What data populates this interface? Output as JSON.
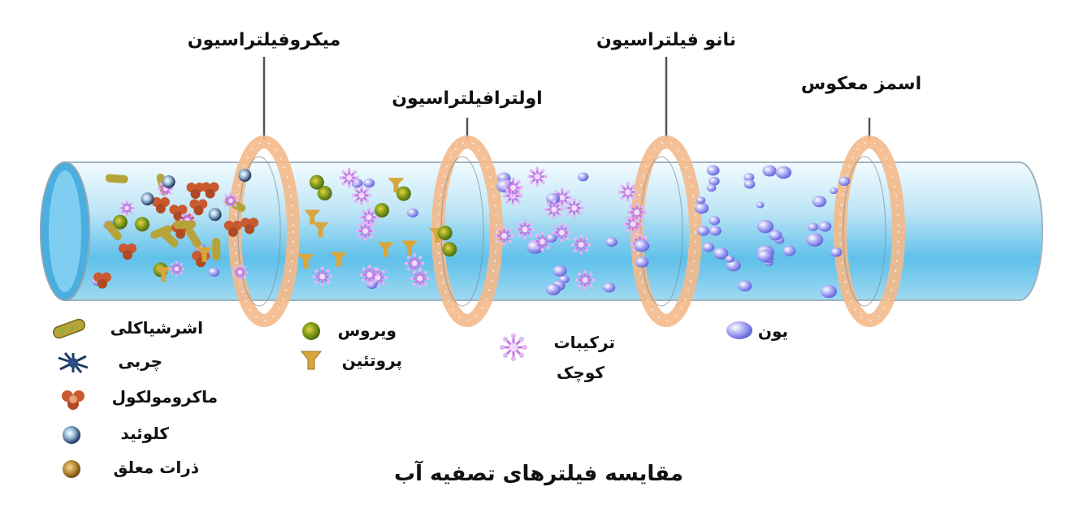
{
  "membranes": [
    {
      "label": "میکروفیلتراسیون"
    },
    {
      "label": "اولترافیلتراسیون"
    },
    {
      "label": "نانو فیلتراسیون"
    },
    {
      "label": "اسمز معکوس"
    }
  ],
  "legend": {
    "group1": [
      "اشرشیاکلی",
      "چربی",
      "ماکرومولکول",
      "کلوئید",
      "ذرات معلق"
    ],
    "group2": [
      "ویروس",
      "پروتئین"
    ],
    "group3": [
      "ترکیبات",
      "کوچک"
    ],
    "group4": [
      "یون"
    ]
  },
  "caption": "مقایسه فیلترهای تصفیه آب",
  "colors": {
    "membrane_ring": "#f4b98a",
    "pipe_top": "#dff3fb",
    "pipe_mid": "#6cc8ec",
    "ion": "#7b7de8",
    "small_compound": "#c77be6",
    "virus": "#6b8a1f",
    "protein": "#d7a43a",
    "macromolecule": "#c0522e",
    "colloid": "#2d3e6b"
  },
  "icons": [
    "bacteria-icon",
    "fat-icon",
    "macromolecule-icon",
    "colloid-icon",
    "suspended-solid-icon",
    "virus-icon",
    "protein-icon",
    "small-compound-icon",
    "ion-icon"
  ]
}
